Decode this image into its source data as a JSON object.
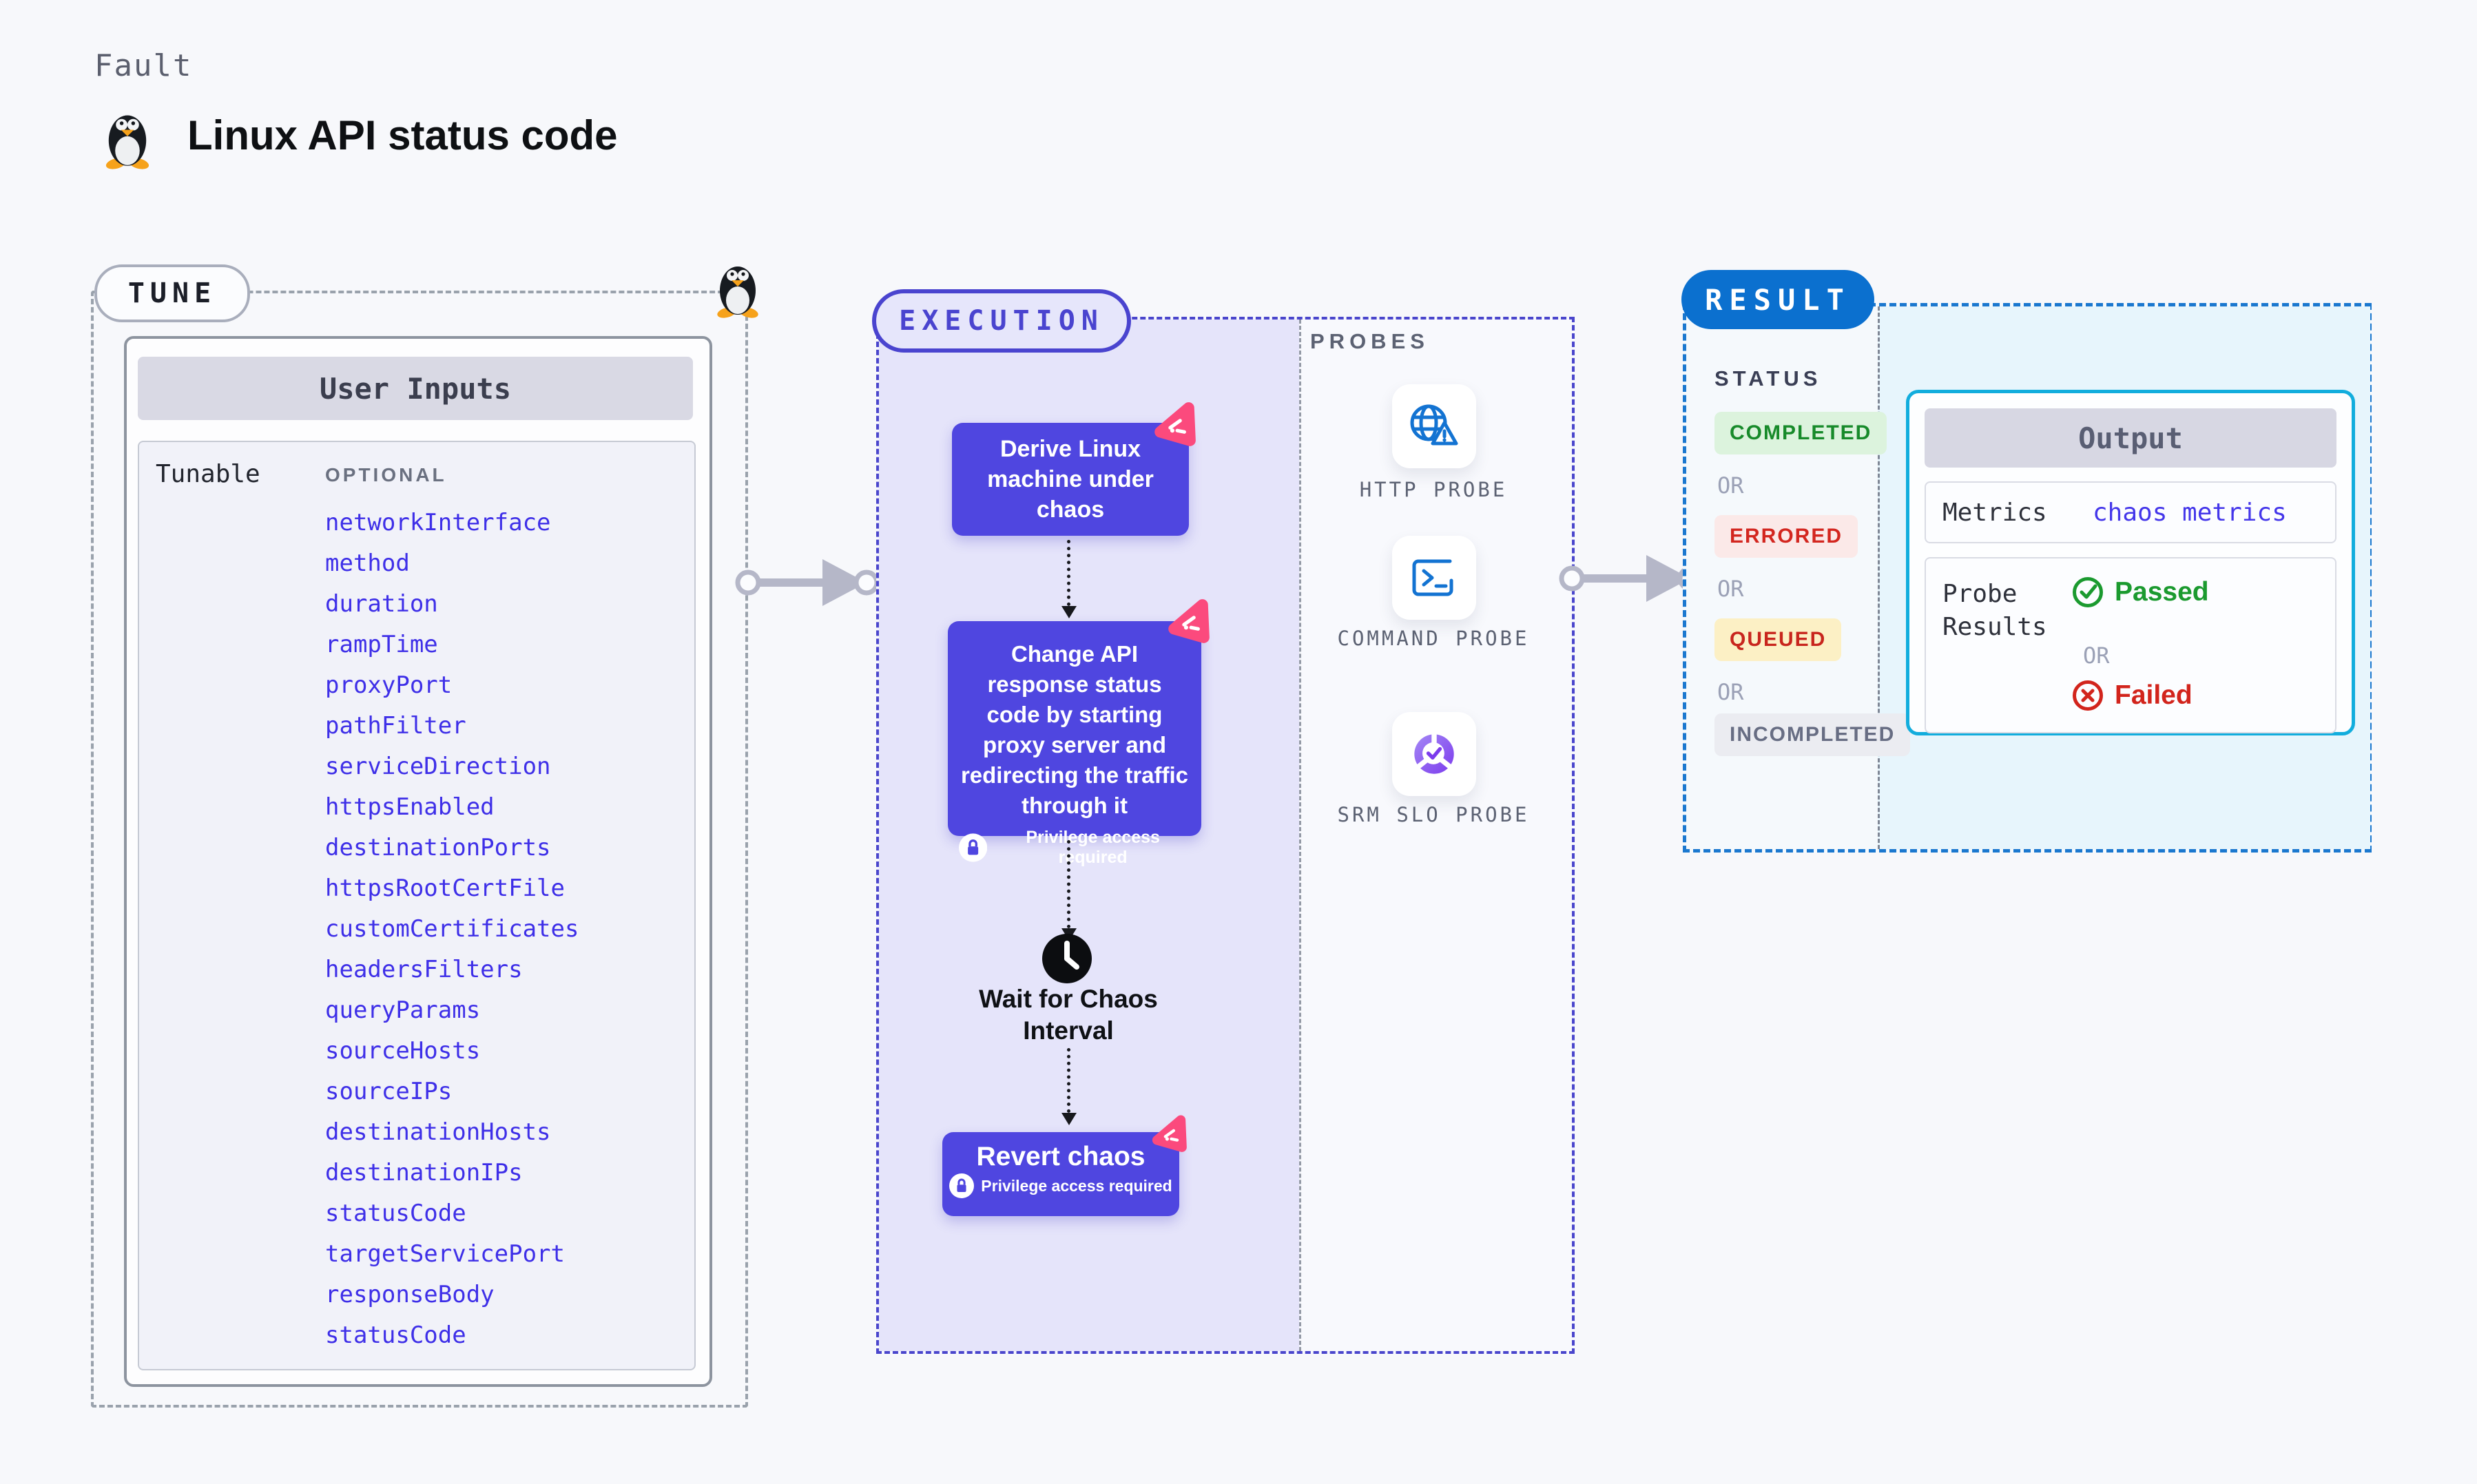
{
  "page": {
    "kind_label": "Fault",
    "title": "Linux API status code"
  },
  "tune": {
    "pill_label": "TUNE",
    "panel_title": "User Inputs",
    "row_label": "Tunable",
    "column_label": "OPTIONAL",
    "items": [
      "networkInterface",
      "method",
      "duration",
      "rampTime",
      "proxyPort",
      "pathFilter",
      "serviceDirection",
      "httpsEnabled",
      "destinationPorts",
      "httpsRootCertFile",
      "customCertificates",
      "headersFilters",
      "queryParams",
      "sourceHosts",
      "sourceIPs",
      "destinationHosts",
      "destinationIPs",
      "statusCode",
      "targetServicePort",
      "responseBody",
      "statusCode"
    ]
  },
  "execution": {
    "pill_label": "EXECUTION",
    "step1": "Derive Linux machine under chaos",
    "step2": "Change API response status code by starting proxy server and redirecting the traffic through it",
    "wait_label": "Wait for Chaos Interval",
    "revert_label": "Revert chaos",
    "privilege_label": "Privilege access required"
  },
  "probes": {
    "section_label": "PROBES",
    "items": [
      {
        "label": "HTTP PROBE",
        "icon": "globe-alert-icon"
      },
      {
        "label": "COMMAND PROBE",
        "icon": "terminal-icon"
      },
      {
        "label": "SRM SLO PROBE",
        "icon": "slo-donut-check-icon"
      }
    ]
  },
  "result": {
    "pill_label": "RESULT",
    "status_label": "STATUS",
    "or_label": "OR",
    "statuses": [
      "COMPLETED",
      "ERRORED",
      "QUEUED",
      "INCOMPLETED"
    ],
    "output": {
      "title": "Output",
      "metrics_label": "Metrics",
      "metrics_value": "chaos metrics",
      "probe_results_label": "Probe Results",
      "passed_label": "Passed",
      "failed_label": "Failed"
    }
  },
  "colors": {
    "accent_indigo": "#4f46e0",
    "exec_dash": "#4a46cc",
    "result_blue": "#0b70cf",
    "output_cyan": "#12addd",
    "chaos_pink": "#fb4a7d",
    "link_blue": "#3e2fe8",
    "passed_green": "#1b9a2f",
    "failed_red": "#d2241c"
  }
}
